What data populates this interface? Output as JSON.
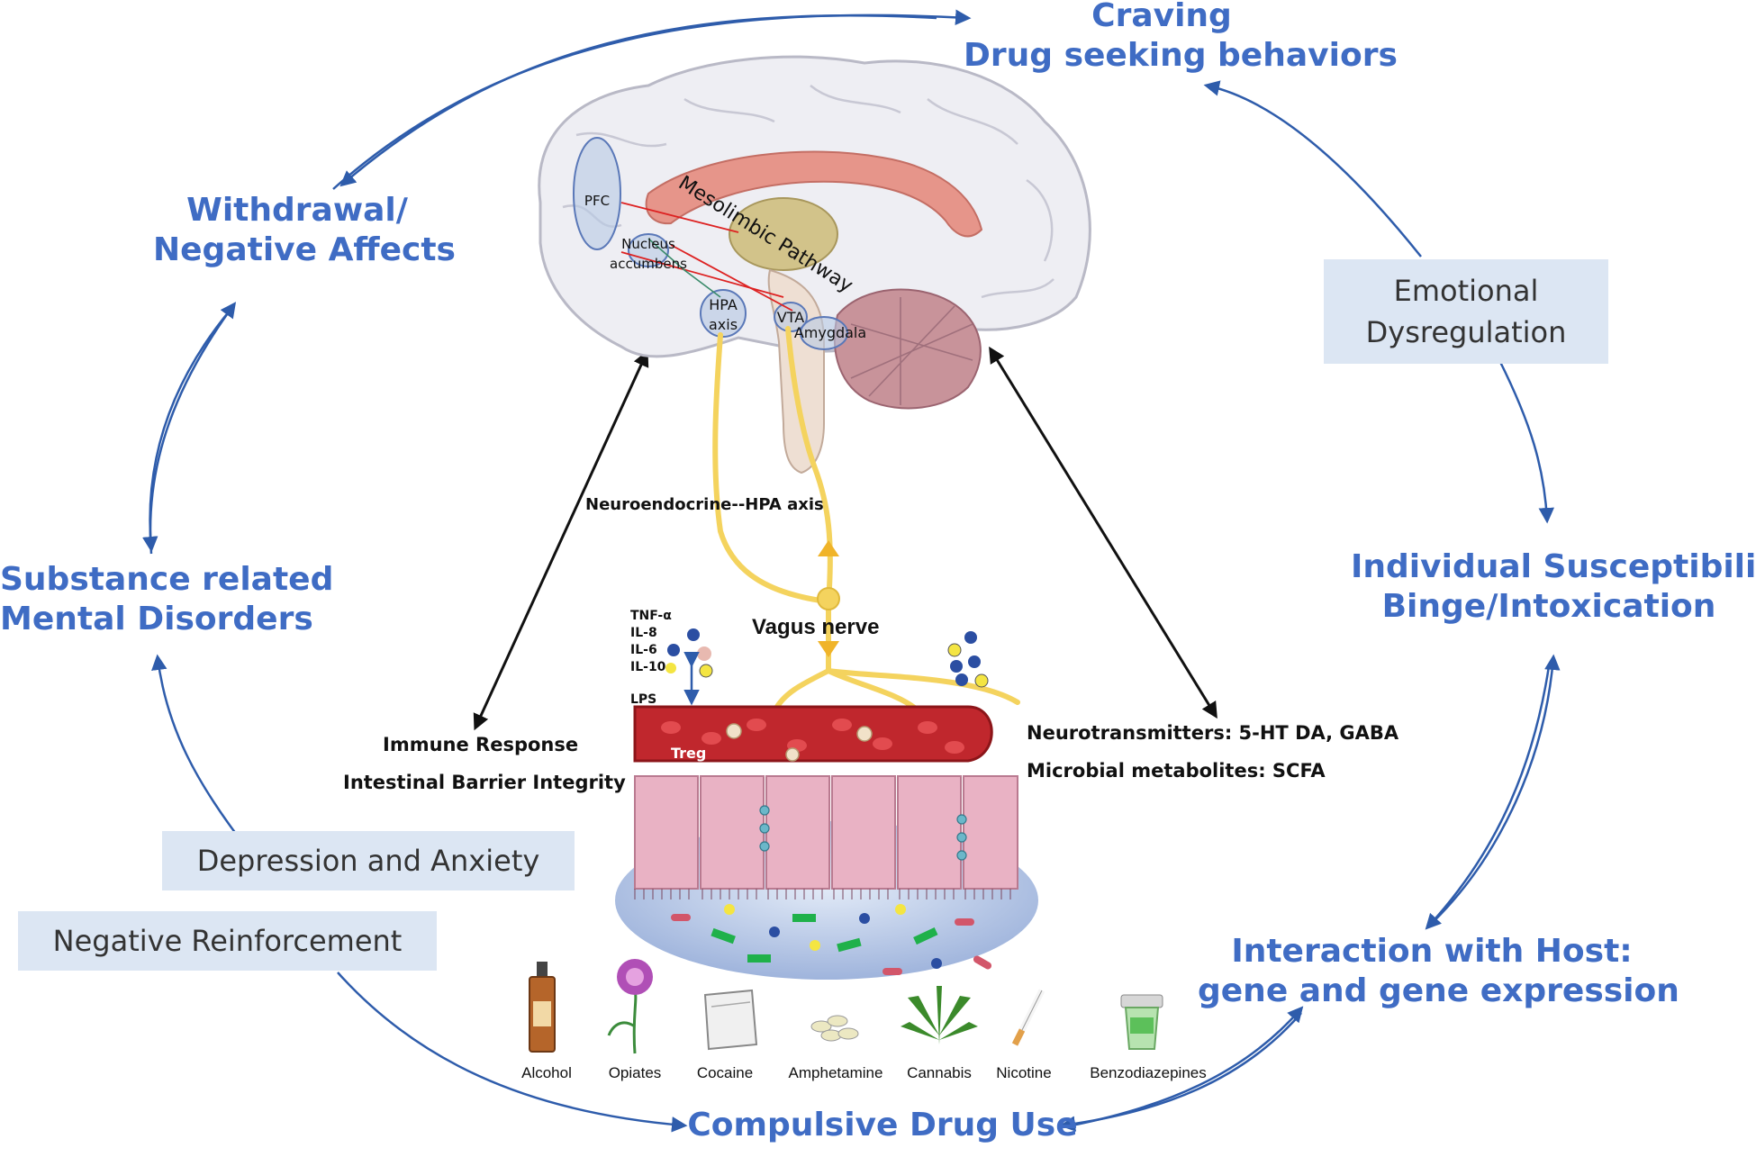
{
  "cycle": {
    "craving": "Craving",
    "drug_seeking": "Drug seeking behaviors",
    "withdrawal": "Withdrawal/",
    "negative_affects": "Negative Affects",
    "substance": "Substance related",
    "mental_disorders": "Mental Disorders",
    "susceptibility": "Individual Susceptibility",
    "binge": "Binge/Intoxication",
    "interaction": "Interaction with Host:",
    "gene_expression": "gene and gene expression",
    "compulsive": "Compulsive Drug Use"
  },
  "boxes": {
    "emotional": "Emotional",
    "dysregulation": "Dysregulation",
    "depression": "Depression and Anxiety",
    "negative_reinforcement": "Negative Reinforcement"
  },
  "brain_labels": {
    "pfc": "PFC",
    "nucleus": "Nucleus",
    "accumbens": "accumbens",
    "mesolimbic": "Mesolimbic Pathway",
    "hpa": "HPA",
    "axis": "axis",
    "vta": "VTA",
    "amygdala": "Amygdala"
  },
  "pathway_labels": {
    "neuroendocrine": "Neuroendocrine--HPA axis",
    "vagus": "Vagus nerve",
    "immune": "Immune Response",
    "barrier": "Intestinal Barrier Integrity",
    "neurotransmitters": "Neurotransmitters: 5-HT  DA, GABA",
    "metabolites": "Microbial metabolites: SCFA"
  },
  "cytokines": [
    "TNF-α",
    "IL-8",
    "IL-6",
    "IL-10"
  ],
  "lps": "LPS",
  "treg": "Treg",
  "drugs": [
    "Alcohol",
    "Opiates",
    "Cocaine",
    "Amphetamine",
    "Cannabis",
    "Nicotine",
    "Benzodiazepines"
  ],
  "colors": {
    "cycle_text": "#3f6cc4",
    "arrow": "#2e5cab",
    "box_fill": "#dce6f3",
    "nerve": "#f4d35e",
    "blood": "#c0272d",
    "villi": "#e9b2c4"
  }
}
